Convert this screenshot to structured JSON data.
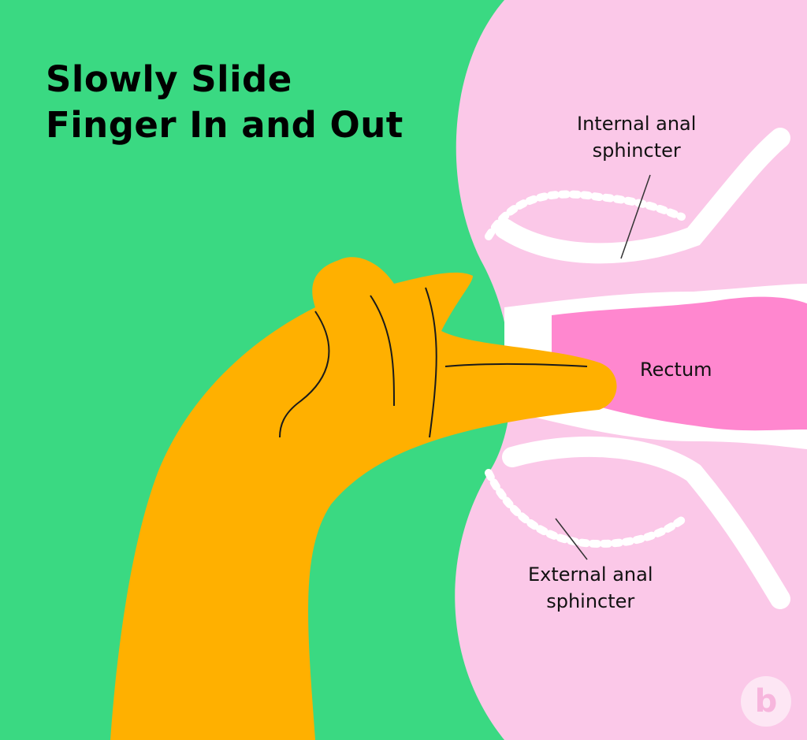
{
  "title": {
    "line1": "Slowly Slide",
    "line2": "Finger In and Out"
  },
  "labels": {
    "internal_line1": "Internal anal",
    "internal_line2": "sphincter",
    "rectum": "Rectum",
    "external_line1": "External anal",
    "external_line2": "sphincter"
  },
  "logo": {
    "letter": "b"
  },
  "colors": {
    "background": "#3ad982",
    "tissue": "#fbc8e8",
    "rectum": "#ff87cf",
    "muscle": "#ffffff",
    "hand": "#ffb000",
    "text": "#111111"
  }
}
